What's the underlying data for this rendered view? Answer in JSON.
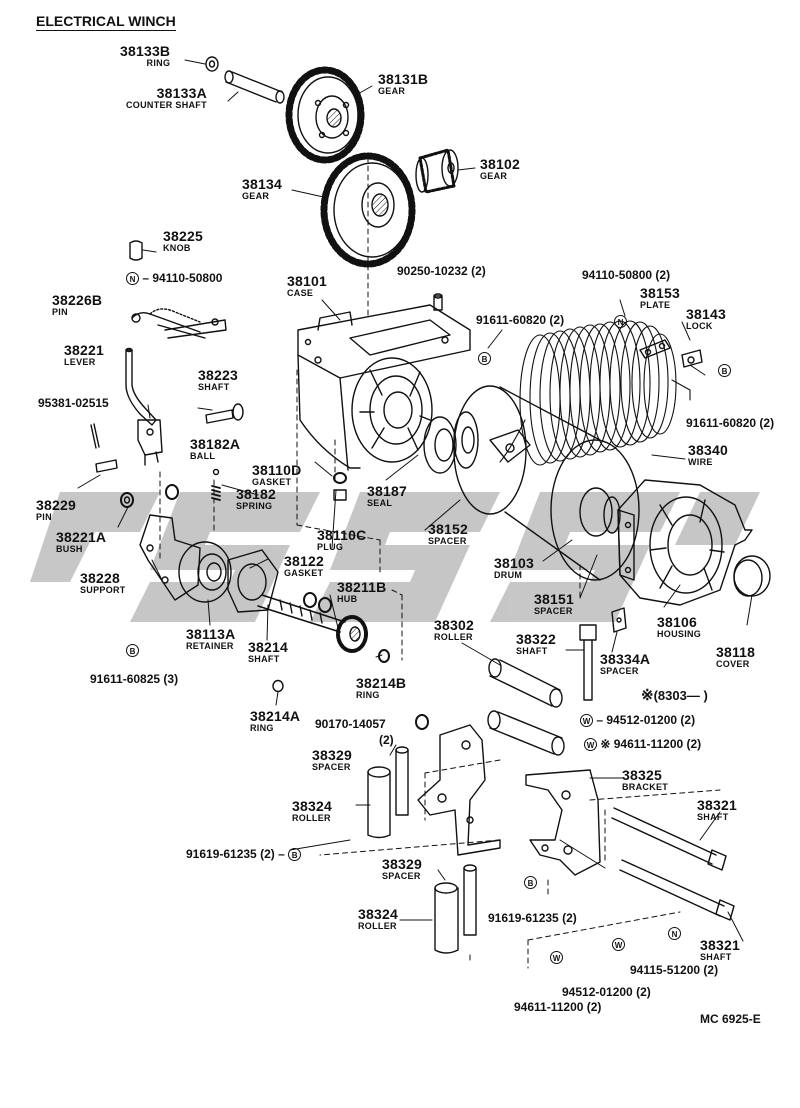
{
  "title": "ELECTRICAL WINCH",
  "diagram_code": "MC 6925-E",
  "date_note": {
    "symbol": "※",
    "text": "(8303—     )"
  },
  "badges": {
    "n": "N",
    "b": "B",
    "w": "W"
  },
  "watermark_color": "#bdbdbd",
  "parts": [
    {
      "number": "38133B",
      "name": "RING"
    },
    {
      "number": "38133A",
      "name": "COUNTER SHAFT"
    },
    {
      "number": "38131B",
      "name": "GEAR"
    },
    {
      "number": "38102",
      "name": "GEAR"
    },
    {
      "number": "38134",
      "name": "GEAR"
    },
    {
      "number": "38225",
      "name": "KNOB"
    },
    {
      "number": "38101",
      "name": "CASE"
    },
    {
      "number": "38226B",
      "name": "PIN"
    },
    {
      "number": "38221",
      "name": "LEVER"
    },
    {
      "number": "38223",
      "name": "SHAFT"
    },
    {
      "number": "38153",
      "name": "PLATE"
    },
    {
      "number": "38143",
      "name": "LOCK"
    },
    {
      "number": "38182A",
      "name": "BALL"
    },
    {
      "number": "38110D",
      "name": "GASKET"
    },
    {
      "number": "38182",
      "name": "SPRING"
    },
    {
      "number": "38187",
      "name": "SEAL"
    },
    {
      "number": "38340",
      "name": "WIRE"
    },
    {
      "number": "38229",
      "name": "PIN"
    },
    {
      "number": "38221A",
      "name": "BUSH"
    },
    {
      "number": "38110C",
      "name": "PLUG"
    },
    {
      "number": "38152",
      "name": "SPACER"
    },
    {
      "number": "38122",
      "name": "GASKET"
    },
    {
      "number": "38228",
      "name": "SUPPORT"
    },
    {
      "number": "38211B",
      "name": "HUB"
    },
    {
      "number": "38103",
      "name": "DRUM"
    },
    {
      "number": "38151",
      "name": "SPACER"
    },
    {
      "number": "38113A",
      "name": "RETAINER"
    },
    {
      "number": "38214",
      "name": "SHAFT"
    },
    {
      "number": "38302",
      "name": "ROLLER"
    },
    {
      "number": "38106",
      "name": "HOUSING"
    },
    {
      "number": "38118",
      "name": "COVER"
    },
    {
      "number": "38322",
      "name": "SHAFT"
    },
    {
      "number": "38334A",
      "name": "SPACER"
    },
    {
      "number": "38214B",
      "name": "RING"
    },
    {
      "number": "38214A",
      "name": "RING"
    },
    {
      "number": "38329",
      "name": "SPACER"
    },
    {
      "number": "38325",
      "name": "BRACKET"
    },
    {
      "number": "38324",
      "name": "ROLLER"
    },
    {
      "number": "38321",
      "name": "SHAFT"
    },
    {
      "number": "38329",
      "name": "SPACER"
    },
    {
      "number": "38324",
      "name": "ROLLER"
    },
    {
      "number": "38321",
      "name": "SHAFT"
    }
  ],
  "callouts": [
    "94110-50800",
    "90250-10232 (2)",
    "94110-50800 (2)",
    "91611-60820 (2)",
    "91611-60820 (2)",
    "95381-02515",
    "91611-60825 (3)",
    "90170-14057",
    "(2)",
    "94512-01200 (2)",
    "94611-11200 (2)",
    "91619-61235 (2)",
    "91619-61235 (2)",
    "94115-51200 (2)",
    "94512-01200 (2)",
    "94611-11200 (2)"
  ]
}
